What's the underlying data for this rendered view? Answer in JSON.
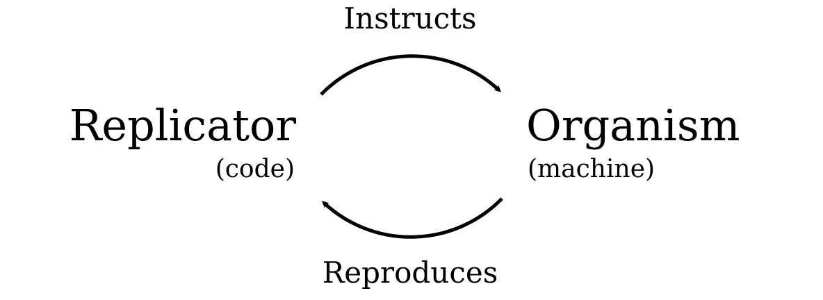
{
  "nodes": {
    "replicator": {
      "name": "Replicator",
      "sub": "(code)"
    },
    "organism": {
      "name": "Organism",
      "sub": "(machine)"
    }
  },
  "edges": {
    "top": {
      "label": "Instructs"
    },
    "bottom": {
      "label": "Reproduces"
    }
  },
  "colors": {
    "ink": "#000000",
    "background": "#ffffff"
  }
}
